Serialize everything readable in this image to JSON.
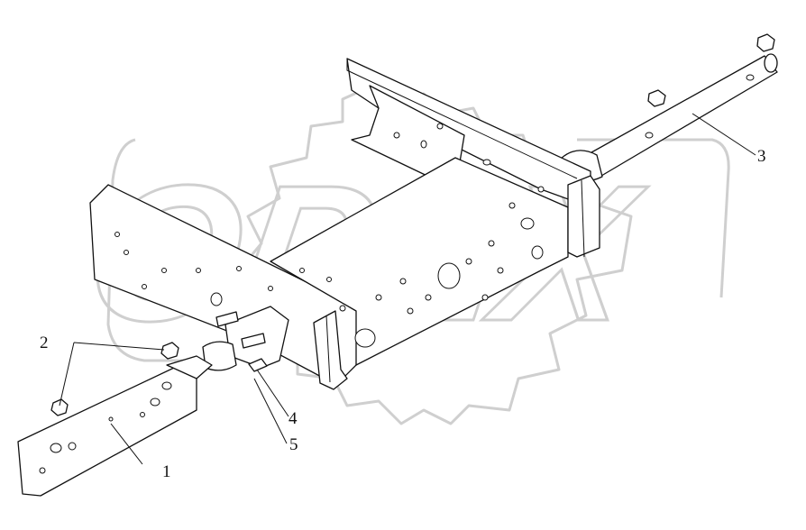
{
  "watermark": {
    "text": "OPEX"
  },
  "callouts": [
    {
      "id": "1",
      "label": "1"
    },
    {
      "id": "2",
      "label": "2"
    },
    {
      "id": "3",
      "label": "3"
    },
    {
      "id": "4",
      "label": "4"
    },
    {
      "id": "5",
      "label": "5"
    }
  ],
  "colors": {
    "line": "#111111",
    "watermark": "#cfcfcf",
    "background": "#ffffff"
  }
}
